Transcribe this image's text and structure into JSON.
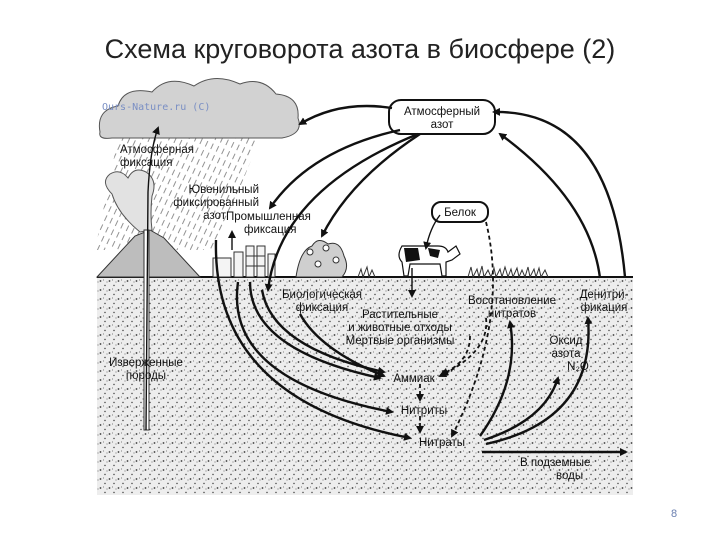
{
  "title": "Схема круговорота азота в биосфере (2)",
  "watermark": "Ours-Nature.ru (C)",
  "page_number": "8",
  "labels": {
    "atmospheric_nitrogen": [
      "Атмосферный",
      "азот"
    ],
    "atmospheric_fixation": [
      "Атмосферная",
      "фиксация"
    ],
    "juvenile_nitrogen": [
      "Ювенильный",
      "фиксированный",
      "азот"
    ],
    "industrial_fixation": [
      "Промышленная",
      "фиксация"
    ],
    "protein": [
      "Белок"
    ],
    "biological_fixation": [
      "Биологическая",
      "фиксация"
    ],
    "wastes": [
      "Растительные",
      "и животные отходы",
      "Мертвые организмы"
    ],
    "nitrate_reduction": [
      "Восстановление",
      "нитратов"
    ],
    "denitrification": [
      "Денитри-",
      "фикация"
    ],
    "nitrous_oxide": [
      "Оксид",
      "азота",
      "N₂O"
    ],
    "ammonia": [
      "Аммиак"
    ],
    "nitrites": [
      "Нитриты"
    ],
    "nitrates": [
      "Нитраты"
    ],
    "groundwater": [
      "В подземные",
      "воды"
    ],
    "igneous_rocks": [
      "Извер­женные",
      "породы"
    ]
  },
  "colors": {
    "ink": "#111111",
    "soil": "#e9e9e9",
    "cloud": "#d2d2d2",
    "page_number": "#6a7fb0",
    "watermark": "#7a8fc4"
  }
}
